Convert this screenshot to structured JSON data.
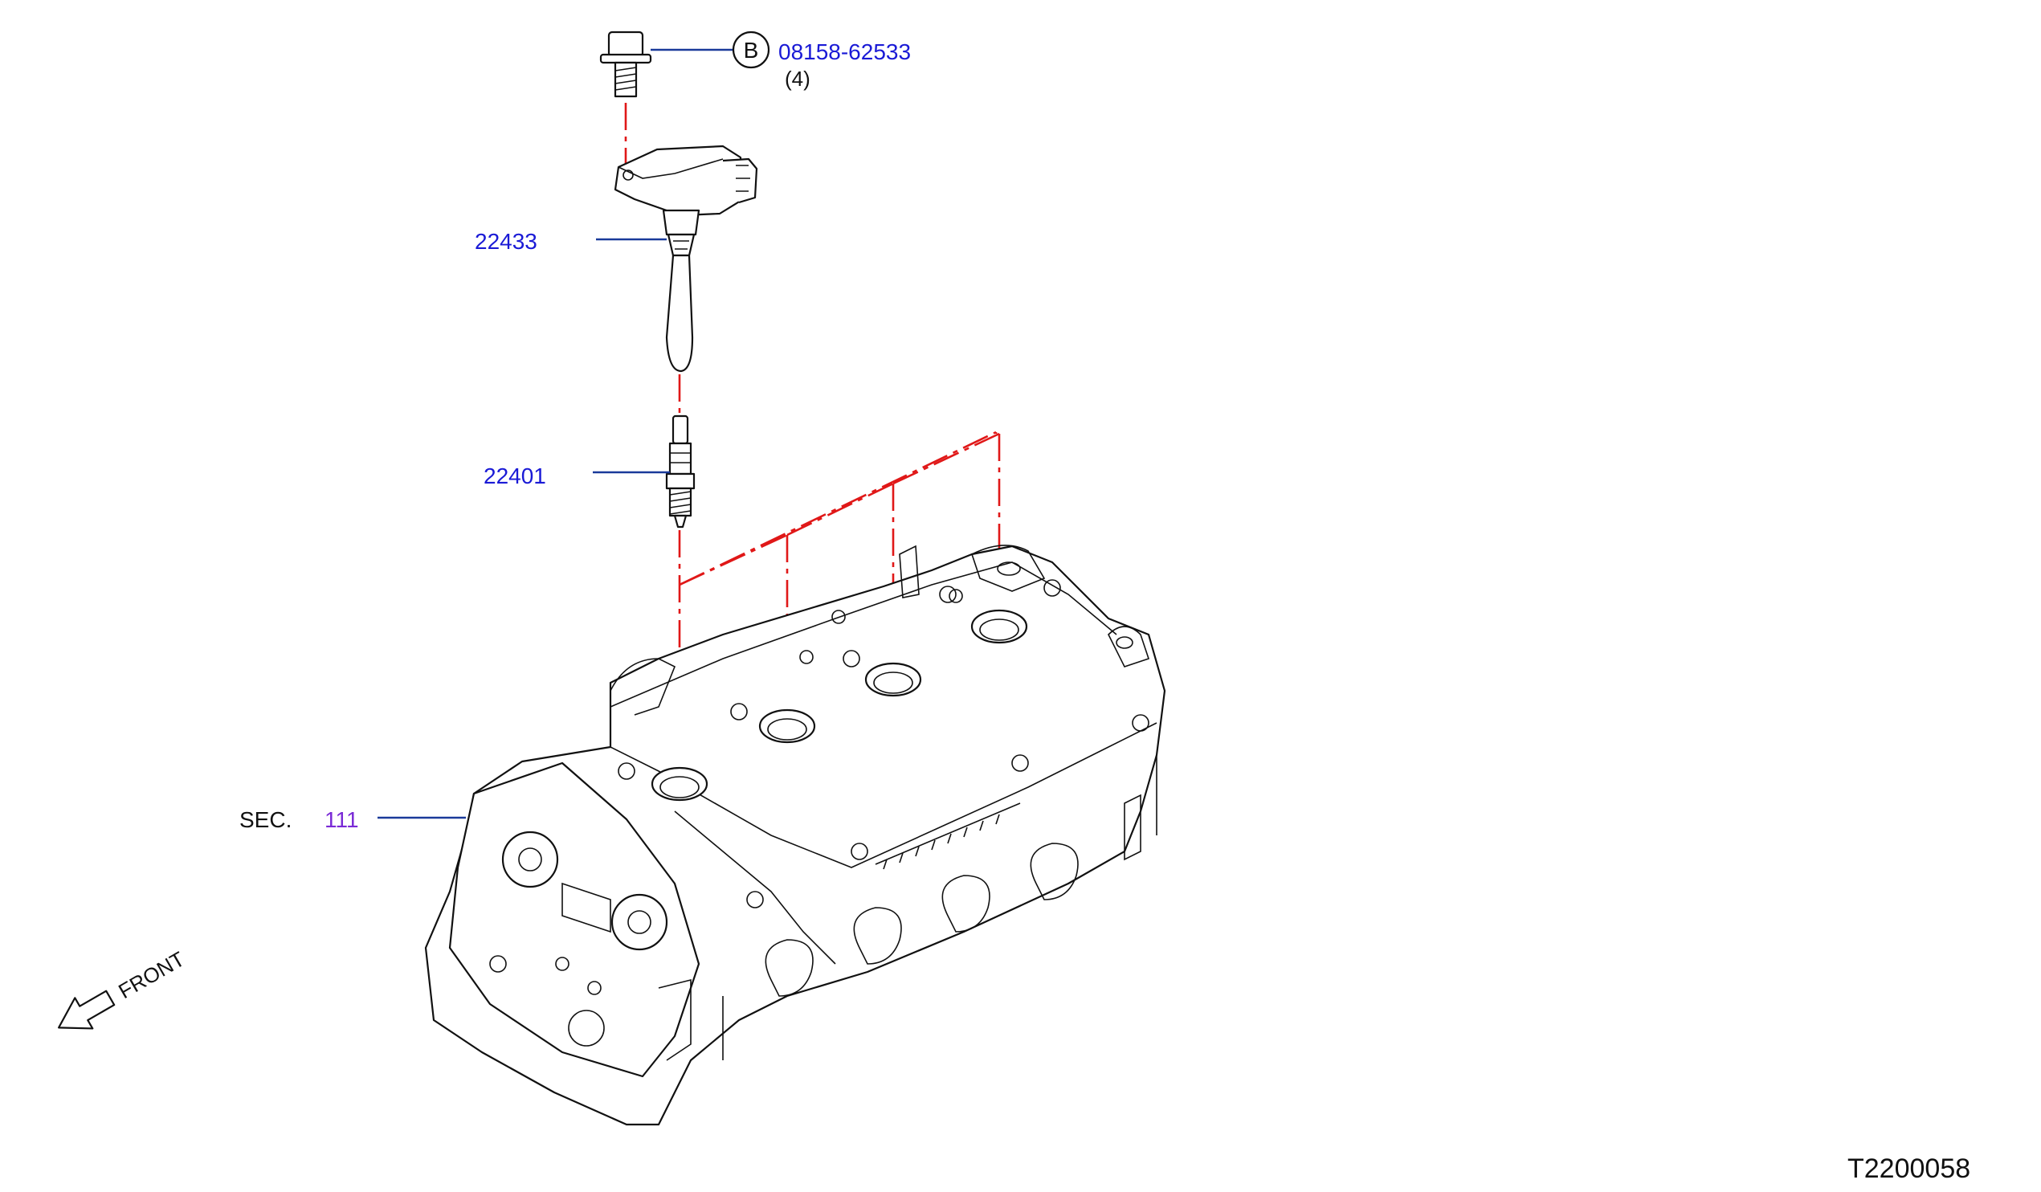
{
  "parts": {
    "bolt": {
      "callout_letter": "B",
      "part_number": "08158-62533",
      "quantity": "(4)"
    },
    "ignition_coil": {
      "part_number": "22433"
    },
    "spark_plug": {
      "part_number": "22401"
    },
    "cylinder_head": {
      "section_prefix": "SEC.",
      "section_number": "111"
    }
  },
  "orientation": {
    "label": "FRONT"
  },
  "diagram_id": "T2200058",
  "colors": {
    "callout_text": "#1a1ad6",
    "section_link": "#7a2ad6",
    "leader_line": "#1a3a9a",
    "center_line": "#e01818"
  }
}
